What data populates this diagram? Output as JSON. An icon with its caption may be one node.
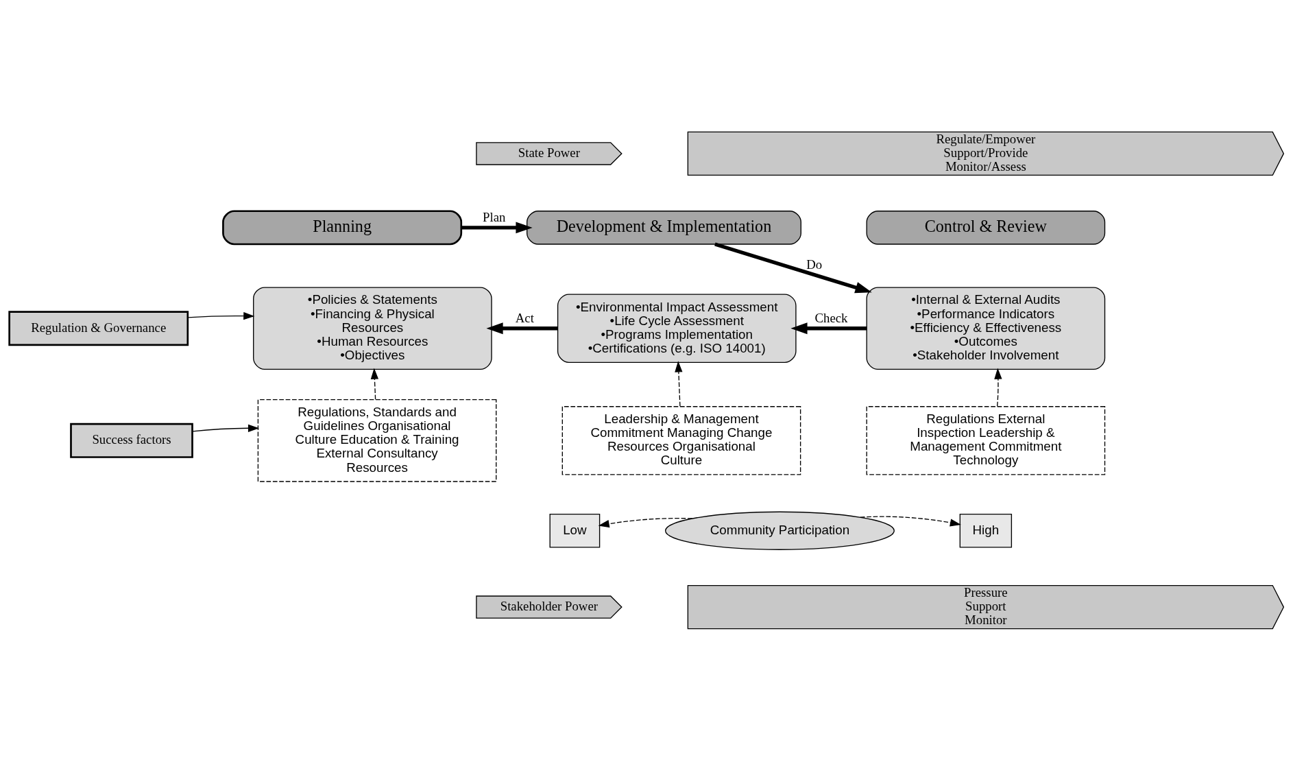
{
  "diagram": {
    "nodes": [
      {
        "text": [
          "State Power"
        ]
      },
      {
        "text": [
          "Regulate/Empower",
          "Support/Provide",
          "Monitor/Assess"
        ]
      },
      {
        "text": [
          "Regulation & Governance"
        ]
      },
      {
        "text": [
          "Planning"
        ]
      },
      {
        "text": [
          "Development & Implementation"
        ]
      },
      {
        "text": [
          "Control & Review"
        ]
      },
      {
        "text": [
          "•Policies & Statements •Financing & Physical Resources •Human Resources •Objectives"
        ]
      },
      {
        "text": [
          "•Environmental Impact Assessment •Life Cycle Assessment •Programs Implementation •Certifications (e.g. ISO 14001)"
        ]
      },
      {
        "text": [
          "•Internal & External Audits •Performance Indicators •Efficiency & Effectiveness •Outcomes •Stakeholder Involvement"
        ]
      },
      {
        "text": [
          "Success factors"
        ]
      },
      {
        "text": [
          "Regulations, Standards and Guidelines Organisational Culture Education & Training External Consultancy Resources"
        ]
      },
      {
        "text": [
          "Leadership & Management Commitment Managing Change Resources Organisational Culture"
        ]
      },
      {
        "text": [
          "Regulations External Inspection Leadership & Management Commitment Technology"
        ]
      },
      {
        "text": [
          "Low"
        ]
      },
      {
        "text": [
          "Community Participation"
        ]
      },
      {
        "text": [
          "High"
        ]
      },
      {
        "text": [
          "Stakeholder Power"
        ]
      },
      {
        "text": [
          "Pressure",
          "Support",
          "Monitor"
        ]
      }
    ],
    "edges": [
      {
        "from": 3,
        "to": 4,
        "arrow": "to",
        "label": "Plan",
        "style": "thick"
      },
      {
        "from": 4,
        "to": 8,
        "arrow": "to",
        "label": "Do",
        "style": "thick"
      },
      {
        "from": 8,
        "to": 7,
        "arrow": "to",
        "label": "Check",
        "style": "thick"
      },
      {
        "from": 7,
        "to": 6,
        "arrow": "to",
        "label": "Act",
        "style": "thick"
      },
      {
        "from": 2,
        "to": 6,
        "arrow": "to"
      },
      {
        "from": 9,
        "to": 10,
        "arrow": "to"
      },
      {
        "from": 10,
        "to": 6,
        "arrow": "to",
        "style": "dashed"
      },
      {
        "from": 11,
        "to": 7,
        "arrow": "to",
        "style": "dashed"
      },
      {
        "from": 12,
        "to": 8,
        "arrow": "to",
        "style": "dashed"
      },
      {
        "from": 14,
        "to": 13,
        "arrow": "to",
        "style": "dashed"
      },
      {
        "from": 14,
        "to": 15,
        "arrow": "to",
        "style": "dashed"
      }
    ]
  }
}
